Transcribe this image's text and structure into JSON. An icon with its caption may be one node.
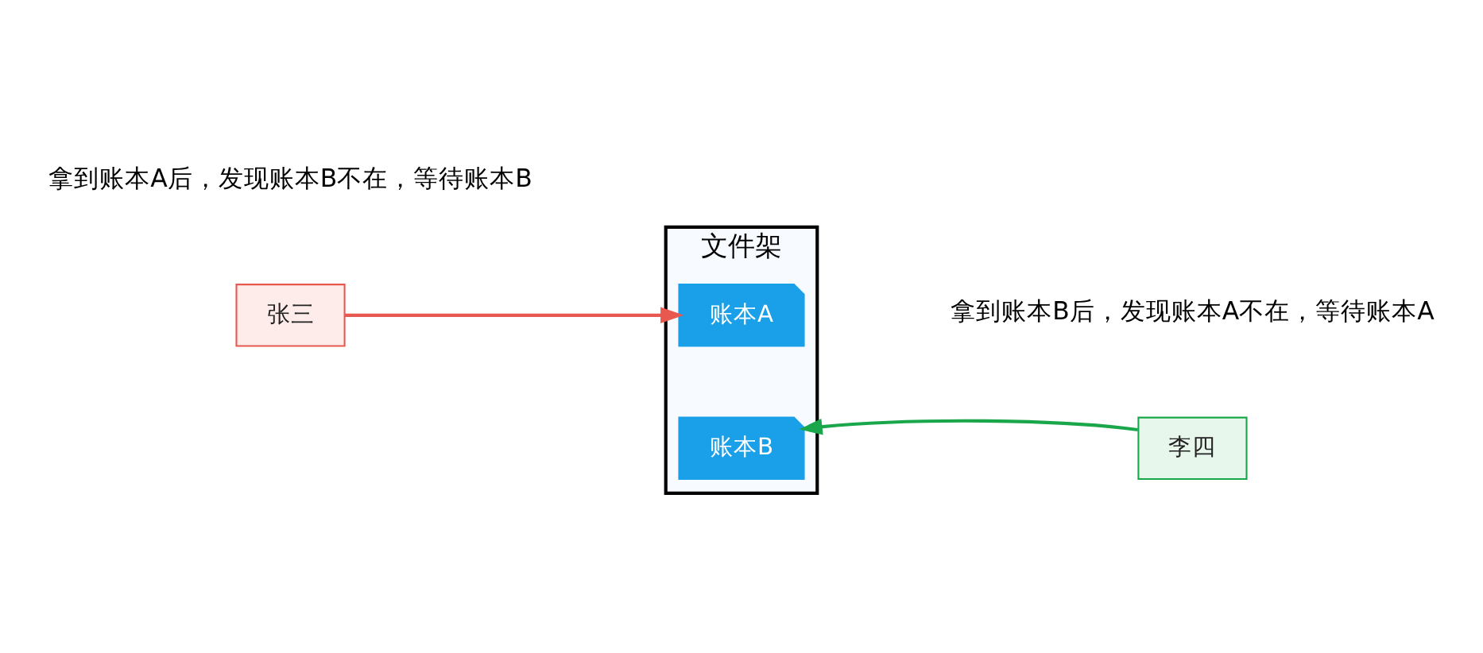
{
  "diagram": {
    "nodes": [
      {
        "text": [
          "张三"
        ],
        "beside": [
          "拿到账本A后，发现账本B不在，等待账本B"
        ]
      },
      {
        "text": [
          "文件架"
        ]
      },
      {
        "text": [
          "账本A"
        ],
        "in": 1
      },
      {
        "text": [
          "账本B"
        ],
        "in": 1
      },
      {
        "text": [
          "李四"
        ],
        "beside": [
          "拿到账本B后，发现账本A不在，等待账本A"
        ]
      }
    ],
    "edges": [
      {
        "from": 0,
        "to": 2,
        "arrow": "to",
        "color": "#e8584f"
      },
      {
        "from": 4,
        "to": 3,
        "arrow": "to",
        "color": "#1aa64a"
      }
    ]
  }
}
